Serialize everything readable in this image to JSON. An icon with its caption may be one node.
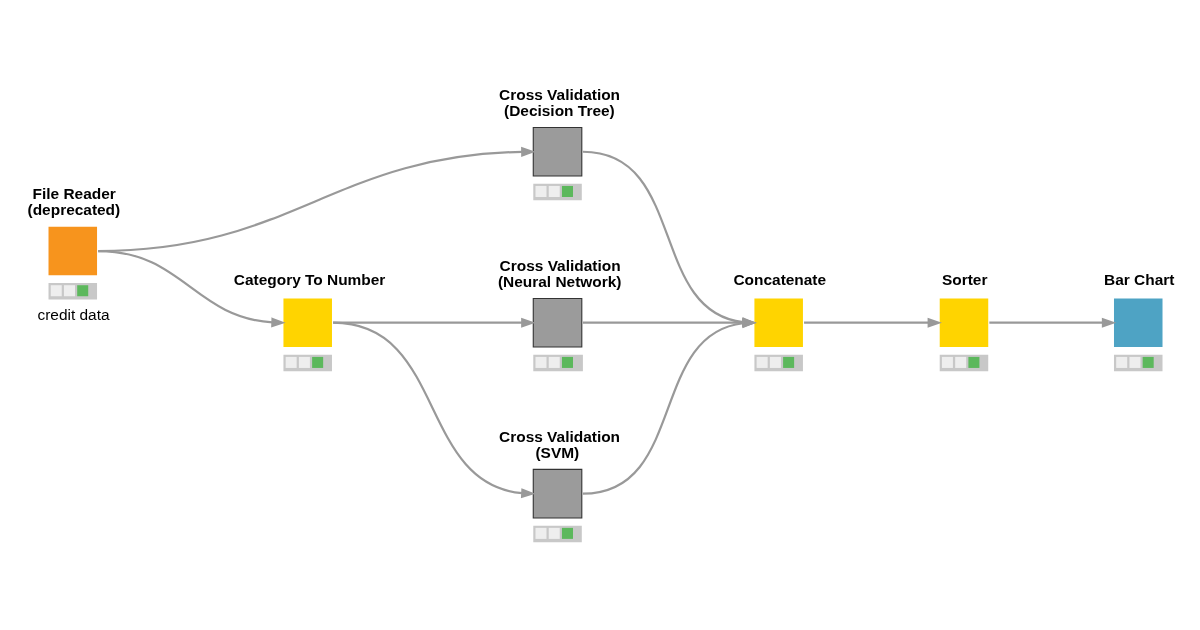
{
  "diagram": {
    "nodes": [
      {
        "text": [
          "File Reader (deprecated)"
        ],
        "beside": [
          "credit data"
        ]
      },
      {
        "text": [
          "Cross Validation (Decision Tree)"
        ]
      },
      {
        "text": [
          "Category To Number"
        ]
      },
      {
        "text": [
          "Cross Validation (Neural Network)"
        ]
      },
      {
        "text": [
          "Cross Validation (SVM)"
        ]
      },
      {
        "text": [
          "Concatenate"
        ]
      },
      {
        "text": [
          "Sorter"
        ]
      },
      {
        "text": [
          "Bar Chart"
        ]
      }
    ],
    "edges": [
      {
        "from": 0,
        "to": 1,
        "arrow": "to"
      },
      {
        "from": 0,
        "to": 2,
        "arrow": "to"
      },
      {
        "from": 2,
        "to": 3,
        "arrow": "to"
      },
      {
        "from": 2,
        "to": 4,
        "arrow": "to"
      },
      {
        "from": 1,
        "to": 5,
        "arrow": "to"
      },
      {
        "from": 3,
        "to": 5,
        "arrow": "to"
      },
      {
        "from": 4,
        "to": 5,
        "arrow": "to"
      },
      {
        "from": 5,
        "to": 6,
        "arrow": "to"
      },
      {
        "from": 6,
        "to": 7,
        "arrow": "to"
      }
    ]
  }
}
